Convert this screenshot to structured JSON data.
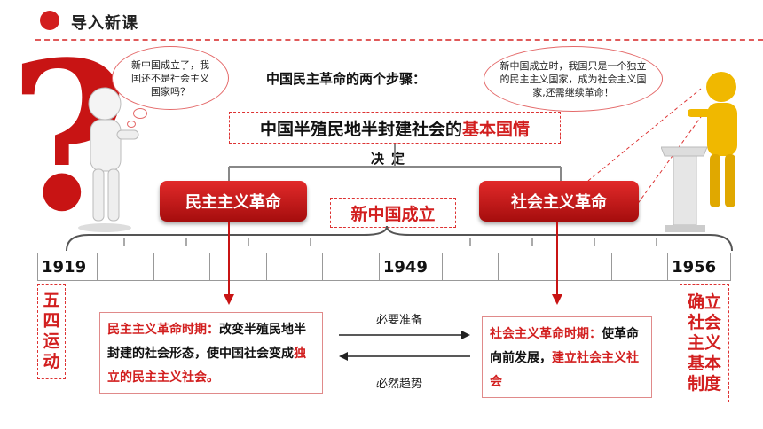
{
  "header": {
    "title": "导入新课"
  },
  "left_bubble": "新中国成立了，我国还不是社会主义国家吗？",
  "right_bubble": "新中国成立时，我国只是一个独立的民主主义国家，成为社会主义国家,还需继续革命！",
  "steps_title": "中国民主革命的两个步骤：",
  "basic": {
    "prefix": "中国半殖民地半封建社会的",
    "highlight": "基本国情"
  },
  "decide": "决定",
  "bars": {
    "left": "民主主义革命",
    "right": "社会主义革命"
  },
  "new_china": "新中国成立",
  "timeline": {
    "year_a": "1919",
    "year_b": "1949",
    "year_c": "1956"
  },
  "left_vertical": "五四运动",
  "right_vertical": "确立社会主义基本制度",
  "left_detail": {
    "label": "民主主义革命时期：",
    "body": "改变半殖民地半封建的社会形态，使中国社会变成",
    "highlight": "独立的民主主义社会。"
  },
  "right_detail": {
    "label": "社会主义革命时期：",
    "body": "使革命向前发展，",
    "highlight": "建立社会主义社会"
  },
  "arrows": {
    "top": "必要准备",
    "bottom": "必然趋势"
  },
  "colors": {
    "accent": "#d21f1f",
    "figure_yellow": "#f0b800"
  }
}
